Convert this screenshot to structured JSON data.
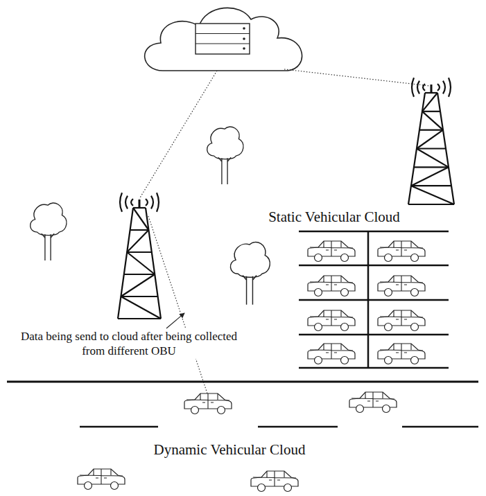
{
  "diagram": {
    "labels": [
      "Static Vehicular Cloud",
      "Data being send to cloud after being collected from different OBU",
      "Dynamic Vehicular Cloud"
    ]
  }
}
